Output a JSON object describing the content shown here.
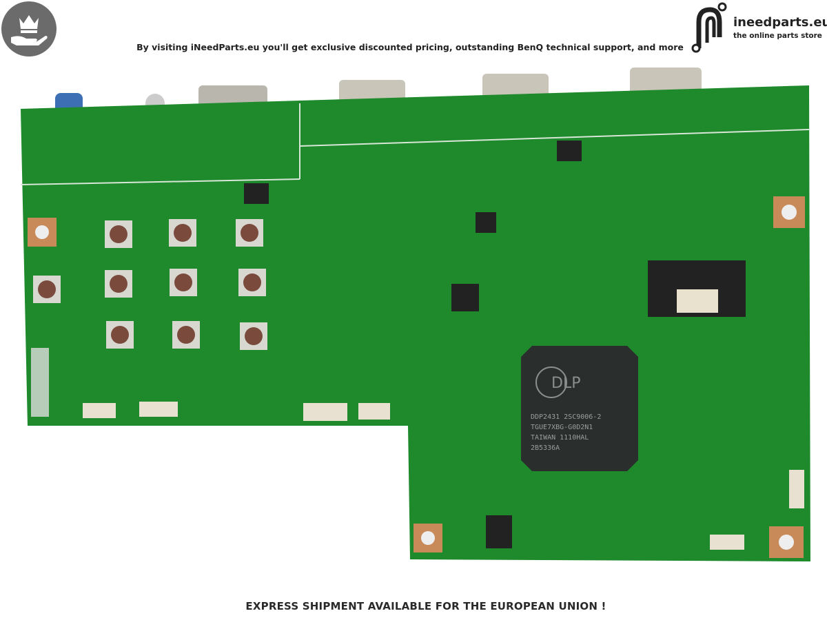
{
  "header": {
    "badge_icon": "crown-hand-icon",
    "promo_text": "By visiting iNeedParts.eu you'll get exclusive discounted pricing, outstanding BenQ technical support, and more",
    "logo": {
      "name": "ineedparts.eu",
      "tagline": "the online parts store"
    }
  },
  "product": {
    "description_chip_text": "DLP",
    "chip_marking": [
      "DDP2431 2SC9006-2",
      "TGUE7XBG-G0D2N1",
      "TAIWAN 1110HAL",
      "2B5336A"
    ],
    "colors": {
      "board": "#1f8a2c",
      "chip": "#2a2e2c"
    }
  },
  "footer": {
    "text": "EXPRESS SHIPMENT AVAILABLE FOR THE EUROPEAN UNION !"
  }
}
